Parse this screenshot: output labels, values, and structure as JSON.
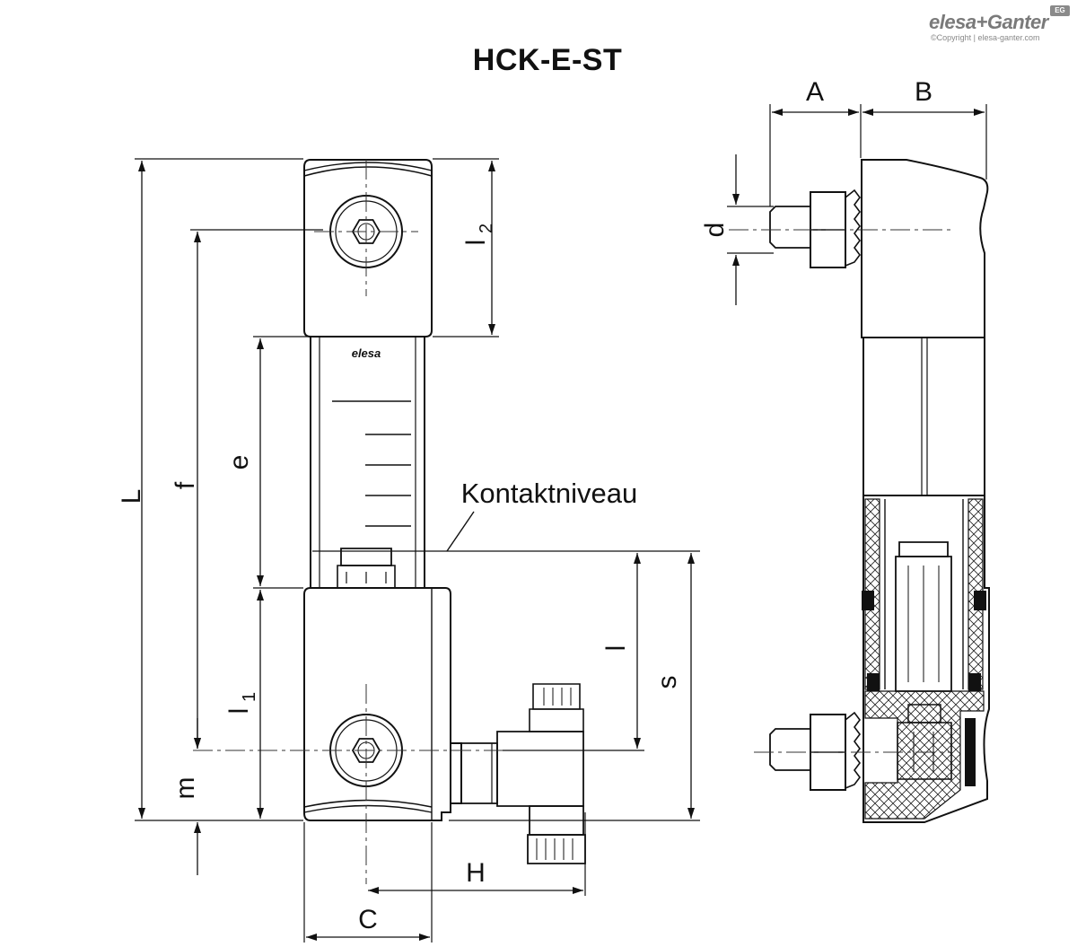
{
  "title": "HCK-E-ST",
  "logo": {
    "brand": "elesa+Ganter",
    "copyright": "©Copyright | elesa-ganter.com",
    "badge": "EG"
  },
  "glass_label": "elesa",
  "annotation": "Kontaktniveau",
  "dimensions": {
    "L": "L",
    "f": "f",
    "e": "e",
    "l2_base": "l",
    "l2_sub": "2",
    "l1_base": "l",
    "l1_sub": "1",
    "m": "m",
    "C": "C",
    "H": "H",
    "l": "l",
    "s": "s",
    "A": "A",
    "B": "B",
    "d": "d"
  }
}
